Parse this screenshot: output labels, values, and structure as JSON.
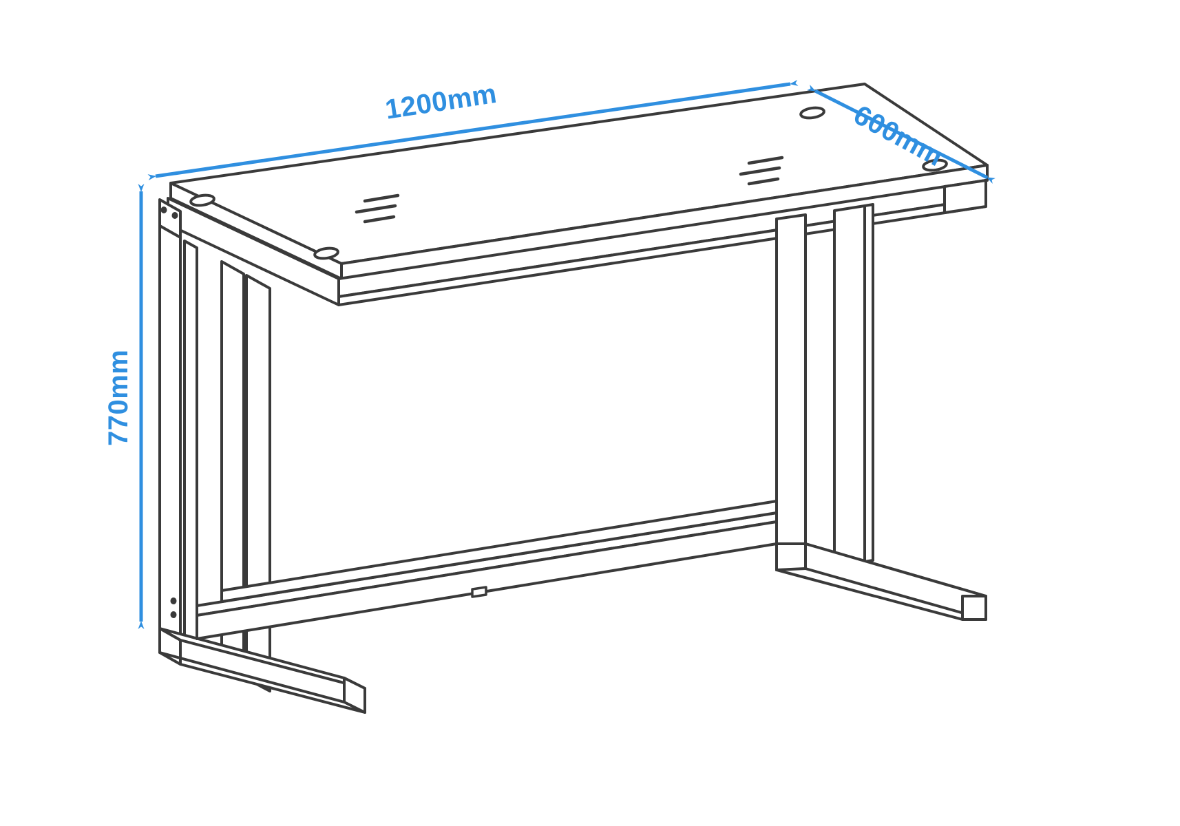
{
  "drawing": {
    "title": "Desk dimensional line drawing",
    "subject": "office-desk",
    "view": "isometric-perspective",
    "background_color": "#ffffff",
    "line_color": "#3a3a3a",
    "dimension_color": "#2f8fe0"
  },
  "dimensions": {
    "width": {
      "label": "1200mm",
      "axis": "width",
      "value": 1200,
      "unit": "mm"
    },
    "depth": {
      "label": "600mm",
      "axis": "depth",
      "value": 600,
      "unit": "mm"
    },
    "height": {
      "label": "770mm",
      "axis": "height",
      "value": 770,
      "unit": "mm"
    }
  },
  "features": {
    "grommet_holes": 4,
    "screw_dots": 4,
    "hatch_groups": 2,
    "legs": 2,
    "feet": 2,
    "stretcher_beams": 1
  }
}
